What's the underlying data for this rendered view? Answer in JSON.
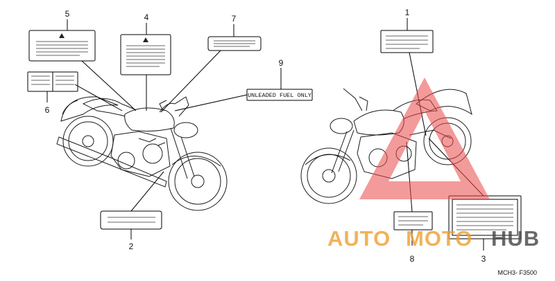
{
  "diagram": {
    "part_code": "MCH3- F3500",
    "fuel_label_text": "UNLEADED FUEL ONLY",
    "callouts": [
      "1",
      "2",
      "3",
      "4",
      "5",
      "6",
      "7",
      "8",
      "9"
    ]
  },
  "watermark": {
    "part1": "AUTO",
    "part2": "MOTO",
    "part3": "HUB",
    "color_primary": "#f0a030",
    "color_triangle": "#e84a4a",
    "color_dark": "#444444"
  }
}
